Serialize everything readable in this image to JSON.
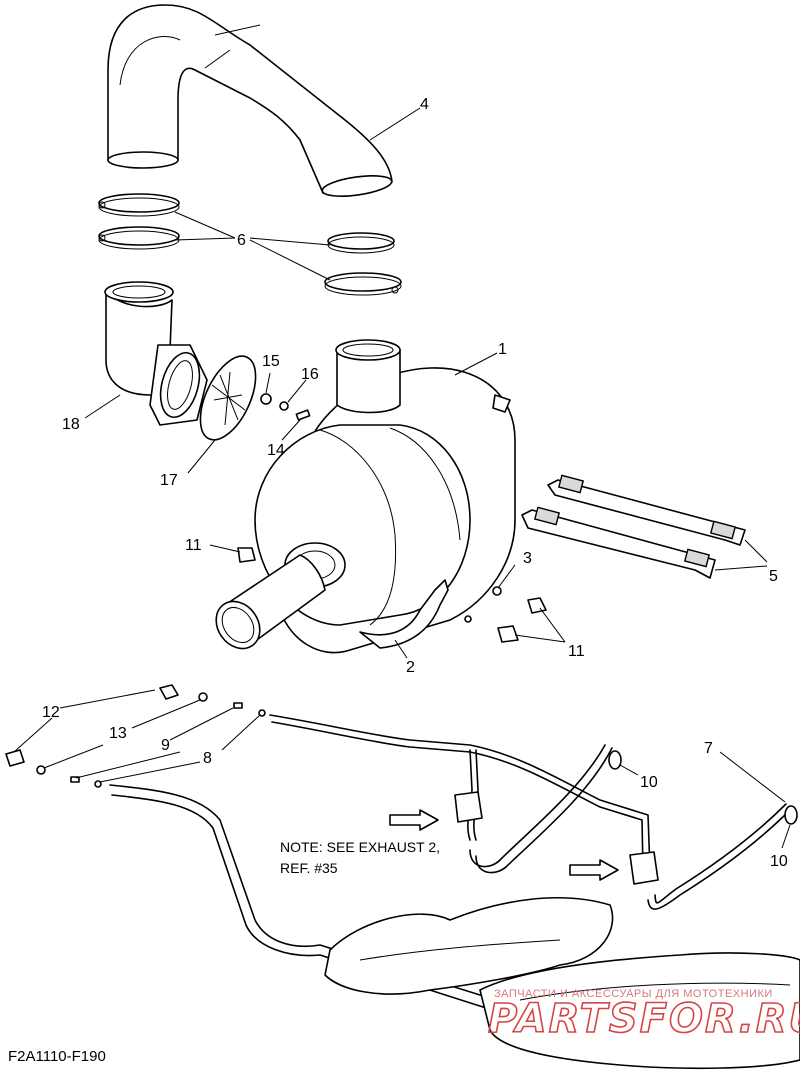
{
  "callouts": {
    "c1": "1",
    "c2": "2",
    "c3": "3",
    "c4": "4",
    "c5": "5",
    "c6": "6",
    "c7": "7",
    "c8": "8",
    "c9": "9",
    "c10a": "10",
    "c10b": "10",
    "c11a": "11",
    "c11b": "11",
    "c12": "12",
    "c13": "13",
    "c14": "14",
    "c15": "15",
    "c16": "16",
    "c17": "17",
    "c18": "18"
  },
  "note": {
    "line1": "NOTE: SEE EXHAUST 2,",
    "line2": "REF. #35"
  },
  "figure_code": "F2A1110-F190",
  "watermark": {
    "small": "ЗАПЧАСТИ И АКСЕССУАРЫ ДЛЯ МОТОТЕХНИКИ",
    "big": "PARTSFOR.RU"
  }
}
